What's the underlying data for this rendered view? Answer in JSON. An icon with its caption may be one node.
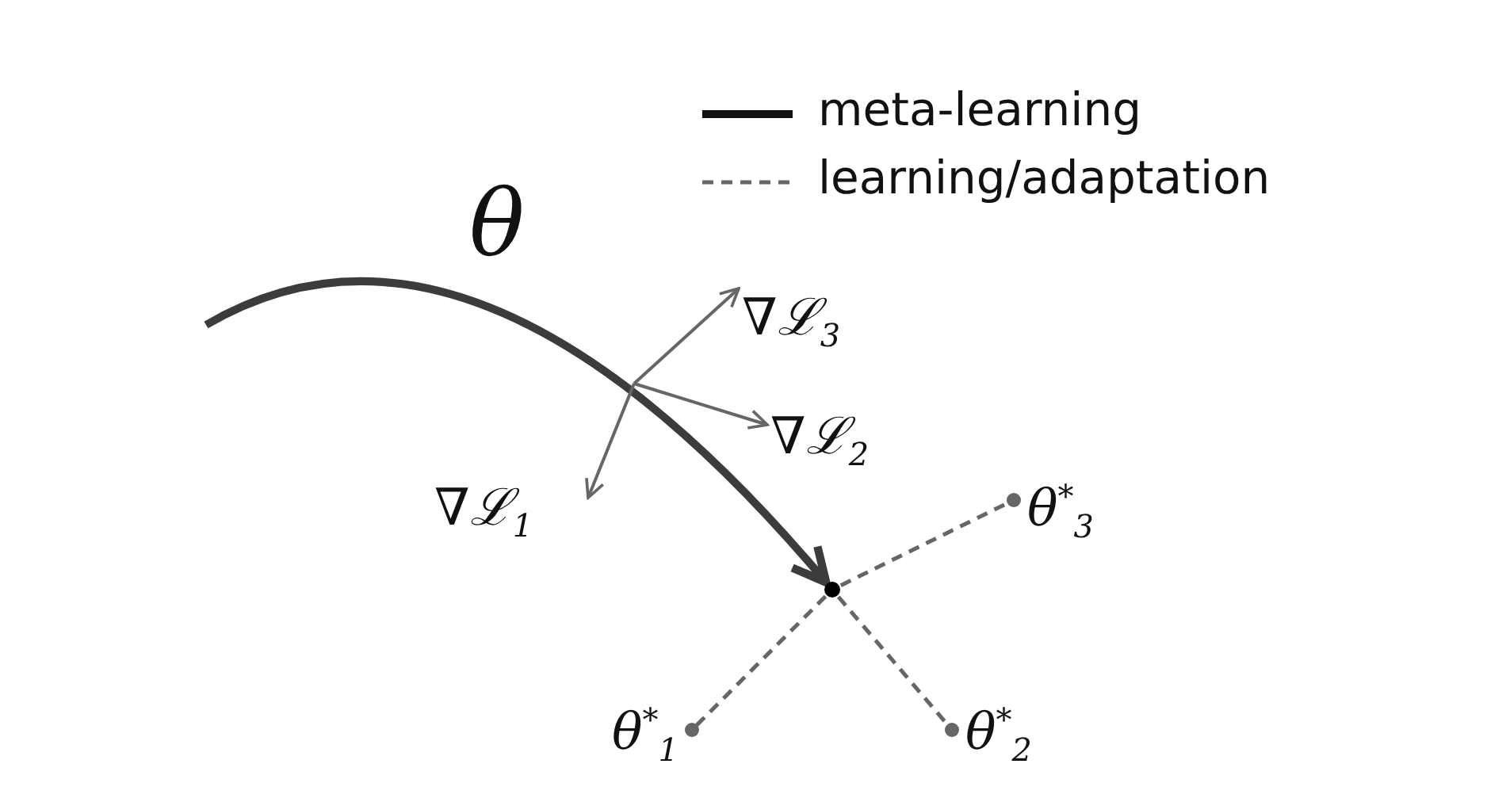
{
  "diagram": {
    "nodes": [
      {
        "text": [
          "∇ℒ$_{3}$"
        ]
      },
      {
        "text": [
          "∇ℒ$_{2}$"
        ]
      },
      {
        "text": [
          "∇ℒ$_{1}$"
        ]
      },
      {
        "text": [
          "θ$^{*}$$_{3}$"
        ]
      },
      {
        "text": [],
        "shape": "circle"
      },
      {
        "text": [
          "θ$^{*}$$_{1}$"
        ]
      },
      {
        "text": [
          "θ$^{*}$$_{2}$"
        ]
      }
    ],
    "edges": [
      {
        "from": null,
        "to": 4,
        "arrow": "to",
        "style": "thick",
        "color": "#3c3c3c",
        "label": "θ"
      },
      {
        "from": null,
        "to": 0,
        "arrow": "to"
      },
      {
        "from": null,
        "to": 1,
        "arrow": "to"
      },
      {
        "from": null,
        "to": 2,
        "arrow": "to"
      },
      {
        "from": 4,
        "to": 5,
        "arrow": "none",
        "style": "dashed"
      },
      {
        "from": 4,
        "to": 6,
        "arrow": "none",
        "style": "dashed"
      },
      {
        "from": 4,
        "to": 3,
        "arrow": "none",
        "style": "dashed"
      }
    ],
    "legend": [
      {
        "text": "meta-learning"
      },
      {
        "text": "learning/adaptation"
      }
    ]
  }
}
